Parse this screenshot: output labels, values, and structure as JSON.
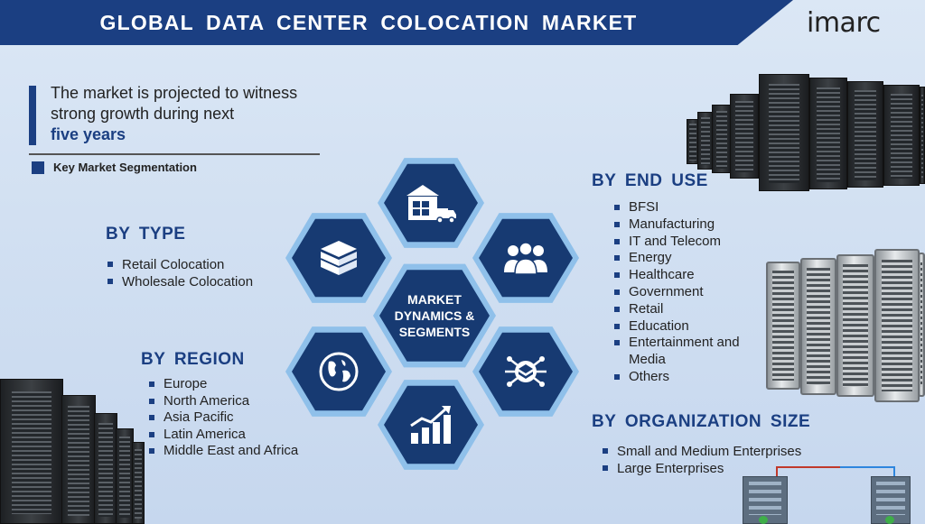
{
  "header": {
    "title": "GLOBAL DATA CENTER COLOCATION MARKET",
    "logo": "imarc"
  },
  "intro": {
    "line1": "The market is projected to witness",
    "line2": "strong growth during next",
    "highlight": "five years",
    "key_label": "Key Market Segmentation"
  },
  "by_type": {
    "title": "BY TYPE",
    "items": [
      "Retail Colocation",
      "Wholesale Colocation"
    ]
  },
  "by_region": {
    "title": "BY REGION",
    "items": [
      "Europe",
      "North America",
      "Asia Pacific",
      "Latin America",
      "Middle East and Africa"
    ]
  },
  "by_end_use": {
    "title": "BY END USE",
    "items": [
      "BFSI",
      "Manufacturing",
      "IT and Telecom",
      "Energy",
      "Healthcare",
      "Government",
      "Retail",
      "Education",
      "Entertainment and",
      "Media",
      "Others"
    ]
  },
  "by_org_size": {
    "title": "BY ORGANIZATION SIZE",
    "items": [
      "Small and Medium Enterprises",
      "Large Enterprises"
    ]
  },
  "center_hex": {
    "line1": "MARKET",
    "line2": "DYNAMICS &",
    "line3": "SEGMENTS"
  },
  "hex_icons": [
    "warehouse-truck-icon",
    "boxes-icon",
    "people-icon",
    "globe-icon",
    "network-hub-icon",
    "growth-chart-icon"
  ],
  "colors": {
    "primary": "#1b3f82",
    "hex_border": "#8fc0ea",
    "hex_fill": "#173a72",
    "background": "#d6e3f3"
  }
}
